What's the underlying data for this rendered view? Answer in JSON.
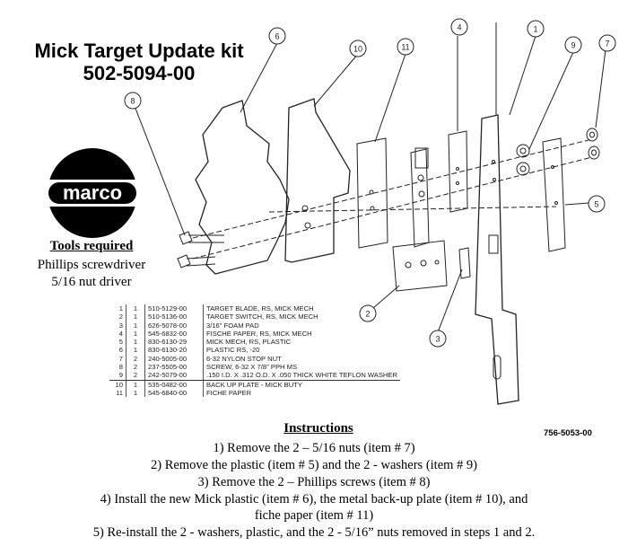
{
  "title": {
    "line1": "Mick Target Update kit",
    "line2": "502-5094-00"
  },
  "logo": {
    "text": "marco"
  },
  "tools": {
    "heading": "Tools required",
    "items": [
      "Phillips screwdriver",
      "5/16 nut driver"
    ]
  },
  "callouts": [
    "1",
    "2",
    "3",
    "4",
    "5",
    "6",
    "7",
    "8",
    "9",
    "10",
    "11"
  ],
  "parts_list": [
    {
      "item": "1",
      "qty": "1",
      "part": "510-5129-00",
      "desc": "TARGET BLADE, RS, MICK MECH"
    },
    {
      "item": "2",
      "qty": "1",
      "part": "510-5136-00",
      "desc": "TARGET SWITCH, RS, MICK MECH"
    },
    {
      "item": "3",
      "qty": "1",
      "part": "626-5078-00",
      "desc": "3/16\" FOAM PAD"
    },
    {
      "item": "4",
      "qty": "1",
      "part": "545-6832-00",
      "desc": "FISCHE PAPER, RS, MICK MECH"
    },
    {
      "item": "5",
      "qty": "1",
      "part": "830-6130-29",
      "desc": "MICK MECH, RS, PLASTIC"
    },
    {
      "item": "6",
      "qty": "1",
      "part": "830-6130-20",
      "desc": "PLASTIC RS, -20"
    },
    {
      "item": "7",
      "qty": "2",
      "part": "240-5005-00",
      "desc": "6-32 NYLON STOP NUT"
    },
    {
      "item": "8",
      "qty": "2",
      "part": "237-5505-00",
      "desc": "SCREW, 6-32 X 7/8\" PPH MS"
    },
    {
      "item": "9",
      "qty": "2",
      "part": "242-5079-00",
      "desc": ".150 I.D. X .312 O.D. X .050 THICK WHITE TEFLON WASHER"
    },
    {
      "item": "10",
      "qty": "1",
      "part": "535-0482-00",
      "desc": "BACK UP PLATE - MICK BUTY"
    },
    {
      "item": "11",
      "qty": "1",
      "part": "545-6840-00",
      "desc": "FICHE PAPER"
    }
  ],
  "instructions": {
    "heading": "Instructions",
    "steps": [
      "1)  Remove the 2 – 5/16 nuts (item # 7)",
      "2)  Remove the plastic (item # 5) and the 2 - washers (item # 9)",
      "3)  Remove the 2 – Phillips screws (item # 8)",
      "4)  Install the new Mick plastic (item # 6), the metal back-up plate (item # 10), and",
      "fiche paper (item # 11)",
      "5)  Re-install the 2 - washers, plastic, and the 2 - 5/16” nuts removed in steps 1 and 2."
    ]
  },
  "doc_number": "756-5053-00"
}
